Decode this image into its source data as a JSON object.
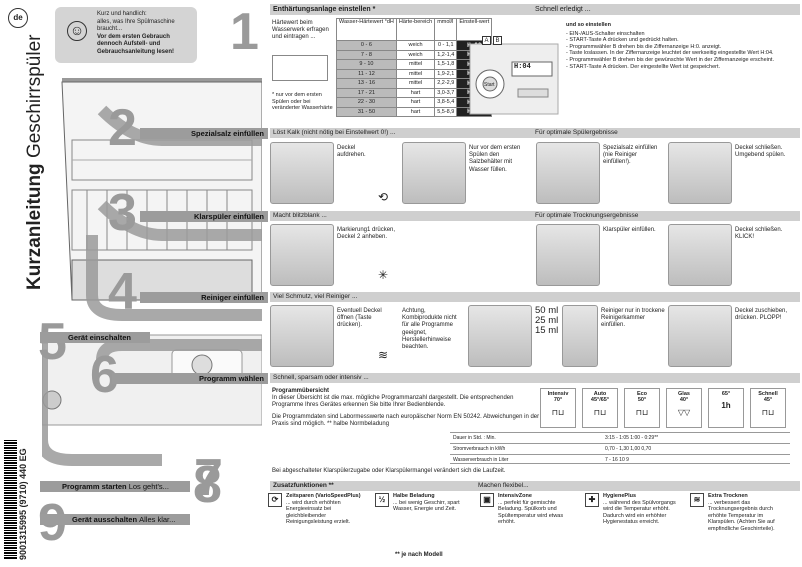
{
  "lang_badge": "de",
  "title_bold": "Kurzanleitung",
  "title_rest": " Geschirrspüler",
  "barcode_text": "9001315995 (9710) 440 EG",
  "tip": {
    "line1": "Kurz und handlich:",
    "line2": "alles, was Ihre Spülmaschine braucht...",
    "line3": "Vor dem ersten Gebrauch dennoch Aufstell- und Gebrauchsanleitung lesen!"
  },
  "steps": {
    "s1": {
      "num": "1",
      "title": "Enthärtungsanlage einstellen *",
      "right": "Schnell erledigt ..."
    },
    "s2": {
      "num": "2",
      "title": "Spezialsalz einfüllen",
      "band": "Löst Kalk (nicht nötig bei Einstellwert 0!) ...",
      "band_r": "Für optimale Spülergebnisse"
    },
    "s3": {
      "num": "3",
      "title": "Klarspüler einfüllen",
      "band": "Macht blitzblank ...",
      "band_r": "Für optimale Trocknungsergebnisse"
    },
    "s4": {
      "num": "4",
      "title": "Reiniger einfüllen",
      "band": "Viel Schmutz, viel Reiniger ..."
    },
    "s5": {
      "num": "5",
      "title": "Gerät einschalten"
    },
    "s6": {
      "num": "6",
      "title": "Programm wählen",
      "band": "Schnell, sparsam oder intensiv ..."
    },
    "s7": {
      "num": "7",
      "title": "Zusatzfunktionen **",
      "right": "Machen flexibel..."
    },
    "s8": {
      "num": "8",
      "title": "Programm starten",
      "sub": "Los geht's..."
    },
    "s9": {
      "num": "9",
      "title": "Gerät ausschalten",
      "sub": "Alles klar..."
    }
  },
  "hardness": {
    "left_text": "Härtewert beim Wasserwerk erfragen und eintragen ...",
    "note": "* nur vor dem ersten Spülen oder bei veränderter Wasserhärte",
    "headers": [
      "Wasser-Härtewert °dH",
      "Härte-bereich",
      "mmol/l",
      "Einstell-wert"
    ],
    "rows": [
      [
        "0 - 6",
        "weich",
        "0 - 1,1",
        "H:00"
      ],
      [
        "7 - 8",
        "weich",
        "1,2-1,4",
        "H:01"
      ],
      [
        "9 - 10",
        "mittel",
        "1,5-1,8",
        "H:02"
      ],
      [
        "11 - 12",
        "mittel",
        "1,9-2,1",
        "H:03"
      ],
      [
        "13 - 16",
        "mittel",
        "2,2-2,9",
        "H:04"
      ],
      [
        "17 - 21",
        "hart",
        "3,0-3,7",
        "H:05"
      ],
      [
        "22 - 30",
        "hart",
        "3,8-5,4",
        "H:06"
      ],
      [
        "31 - 50",
        "hart",
        "5,5-8,9",
        "H:07"
      ]
    ]
  },
  "settings": {
    "heading": "und so einstellen",
    "items": [
      "- EIN-/AUS-Schalter einschalten",
      "- START-Taste A drücken und gedrückt halten.",
      "- Programmwähler B drehen bis die Ziffernanzeige H:0. anzeigt.",
      "- Taste loslassen. In der Ziffernanzeige leuchtet der werkseitig eingestellte Wert H:04.",
      "- Programmwähler B drehen bis der gewünschte Wert in der Ziffernanzeige erscheint.",
      "- START-Taste A drücken. Der eingestellte Wert ist gespeichert."
    ],
    "display": "H:04",
    "label_a": "A",
    "label_b": "B",
    "start": "Start"
  },
  "salt": {
    "t1": "Deckel aufdrehen.",
    "t2": "Nur vor dem ersten Spülen den Salzbehälter mit Wasser füllen.",
    "t3": "Spezialsalz einfüllen (nie Reiniger einfüllen!).",
    "t4": "Deckel schließen. Umgebend spülen."
  },
  "rinse": {
    "t1": "Markierung1 drücken, Deckel 2 anheben.",
    "t2": "Klarspüler einfüllen.",
    "t3": "Deckel schließen. KLICK!"
  },
  "det": {
    "t1": "Eventuell Deckel öffnen (Taste drücken).",
    "t2": "Achtung, Kombiprodukte nicht für alle Programme geeignet, Herstellerhinweise beachten.",
    "t3": "Reiniger nur in trockene Reinigerkammer einfüllen.",
    "t4": "Deckel zuschieben, drücken. PLOPP!",
    "doses": [
      "50 ml",
      "25 ml",
      "15 ml"
    ]
  },
  "program": {
    "heading": "Programmübersicht",
    "text1": "In dieser Übersicht ist die max. mögliche Programmanzahl dargestellt. Die entsprechenden Programme Ihres Gerätes erkennen Sie bitte Ihrer Bedienblende.",
    "text2": "Die Programmdaten sind Labormesswerte nach europäischer Norm EN 50242. Abweichungen in der Praxis sind möglich. ** halbe Normbeladung",
    "programs": [
      {
        "name": "Intensiv",
        "temp": "70°"
      },
      {
        "name": "Auto",
        "temp": "45°/65°"
      },
      {
        "name": "Eco",
        "temp": "50°"
      },
      {
        "name": "Glas",
        "temp": "40°"
      },
      {
        "name": "",
        "temp": "65°"
      },
      {
        "name": "Schnell",
        "temp": "45°"
      }
    ],
    "time_badge": "1h",
    "rows": [
      {
        "label": "Dauer in Std. : Min.",
        "value": "3:15 - 1:05 1:00 - 0:29**"
      },
      {
        "label": "Stromverbrauch in kWh",
        "value": "0,70 - 1,30 1,00 0,70"
      },
      {
        "label": "Wasserverbrauch in Liter",
        "value": "7 - 16 10 9"
      }
    ],
    "footnote": "Bei abgeschalteter Klarspülerzugabe oder Klarspülermangel verändert sich die Laufzeit."
  },
  "functions": [
    {
      "icon": "⟳",
      "title": "Zeitsparen (VarioSpeedPlus)",
      "text": "... wird durch erhöhten Energieeinsatz bei gleichbleibender Reinigungsleistung erzielt."
    },
    {
      "icon": "½",
      "title": "Halbe Beladung",
      "text": "... bei wenig Geschirr, spart Wasser, Energie und Zeit."
    },
    {
      "icon": "▣",
      "title": "IntensivZone",
      "text": "... perfekt für gemischte Beladung. Spülkorb und Spültemperatur wird etwas erhöht."
    },
    {
      "icon": "✚",
      "title": "HygienePlus",
      "text": "... während des Spülvorgangs wird die Temperatur erhöht. Dadurch wird ein erhöhter Hygienestatus erreicht."
    },
    {
      "icon": "≋",
      "title": "Extra Trocknen",
      "text": "... verbessert das Trocknungsergebnis durch erhöhte Temperatur im Klarspülen. (Achten Sie auf empfindliche Geschirrteile)."
    }
  ],
  "model_note": "** je nach Modell"
}
